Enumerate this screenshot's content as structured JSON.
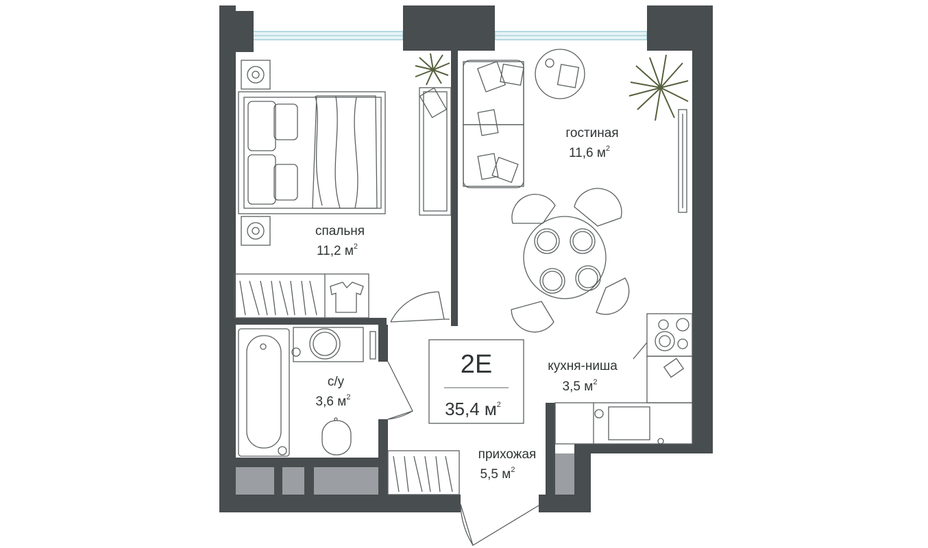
{
  "apartment": {
    "code": "2Е",
    "total_area": "35,4 м",
    "area_unit_sup": "2"
  },
  "rooms": {
    "bedroom": {
      "name": "спальня",
      "area": "11,2 м",
      "sup": "2"
    },
    "living": {
      "name": "гостиная",
      "area": "11,6 м",
      "sup": "2"
    },
    "bathroom": {
      "name": "с/у",
      "area": "3,6 м",
      "sup": "2"
    },
    "kitchen": {
      "name": "кухня-ниша",
      "area": "3,5 м",
      "sup": "2"
    },
    "hallway": {
      "name": "прихожая",
      "area": "5,5 м",
      "sup": "2"
    }
  },
  "colors": {
    "wall": "#484d4f",
    "storage": "#9b9ea2",
    "window": "#8cc4cf",
    "plant": "#55603c",
    "text": "#2f3435"
  }
}
